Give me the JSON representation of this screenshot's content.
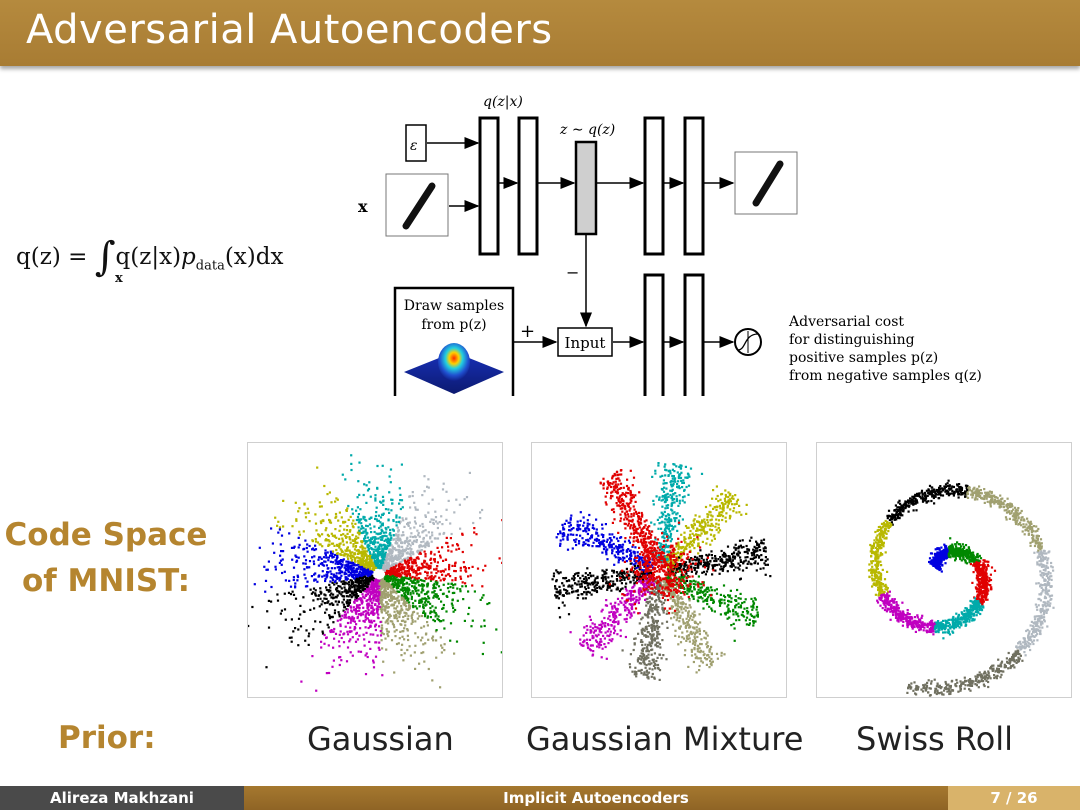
{
  "slide": {
    "title": "Adversarial Autoencoders"
  },
  "diagram": {
    "formula": {
      "lhs": "q(z) =",
      "integrand": "q(z|x)",
      "p": "p",
      "data_sub": "data",
      "tail": "(x)dx",
      "int_sub": "x"
    },
    "labels": {
      "encoder": "q(z|x)",
      "code": "z ∼ q(z)",
      "epsilon": "ε",
      "x": "x",
      "draw_line1": "Draw samples",
      "draw_line2": "from p(z)",
      "plus": "+",
      "minus": "−",
      "input": "Input",
      "adv1": "Adversarial cost",
      "adv2": "for distinguishing",
      "adv3": "positive samples p(z)",
      "adv4": "from negative samples q(z)"
    }
  },
  "section": {
    "code_space_line1": "Code Space",
    "code_space_line2": "of MNIST:",
    "prior_label": "Prior:"
  },
  "plots": [
    {
      "prior": "Gaussian"
    },
    {
      "prior": "Gaussian Mixture"
    },
    {
      "prior": "Swiss Roll"
    }
  ],
  "cluster_colors": [
    "#0000e0",
    "#e00000",
    "#008800",
    "#00aaaa",
    "#c000c0",
    "#b8b800",
    "#000000",
    "#a0a070",
    "#b0b8c0",
    "#707060"
  ],
  "footer": {
    "author": "Alireza Makhzani",
    "talk_title": "Implicit Autoencoders",
    "page_current": "7",
    "page_sep": "/",
    "page_total": "26"
  }
}
